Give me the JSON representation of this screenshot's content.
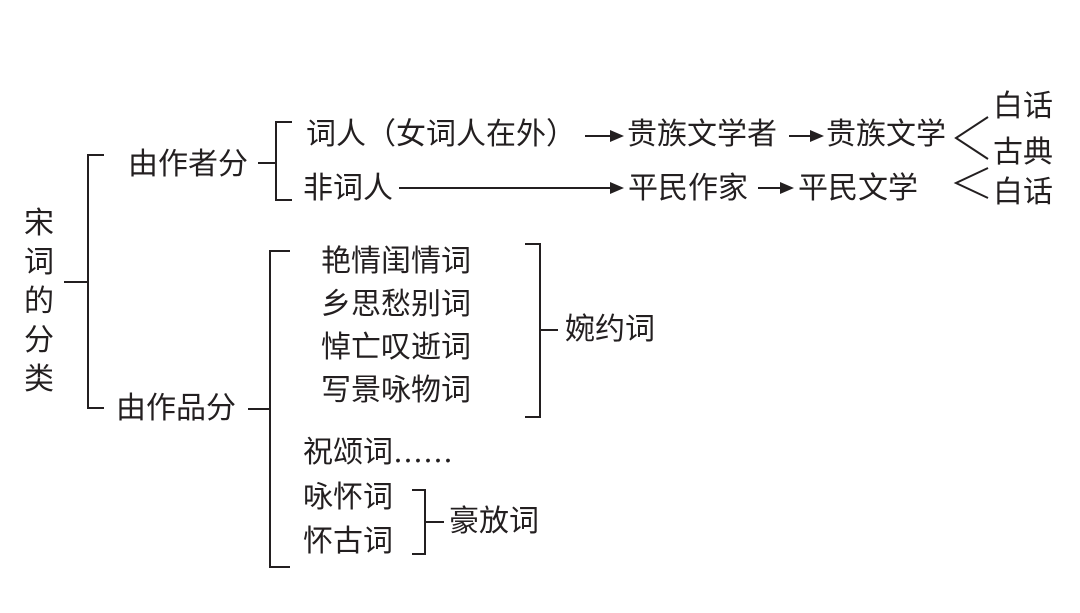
{
  "root": "宋词的分类",
  "by_author": {
    "label": "由作者分",
    "poet_row": {
      "label": "词人（女词人在外）",
      "step1": "贵族文学者",
      "step2": "贵族文学",
      "styles": [
        "白话",
        "古典"
      ]
    },
    "non_poet_row": {
      "label": "非词人",
      "step1": "平民作家",
      "step2": "平民文学",
      "style": "白话"
    }
  },
  "by_work": {
    "label": "由作品分",
    "wanyue_items": [
      "艳情闺情词",
      "乡思愁别词",
      "悼亡叹逝词",
      "写景咏物词"
    ],
    "wanyue_label": "婉约词",
    "other": "祝颂词……",
    "haofang_items": [
      "咏怀词",
      "怀古词"
    ],
    "haofang_label": "豪放词"
  },
  "colors": {
    "ink": "#231f20",
    "background": "#ffffff"
  }
}
